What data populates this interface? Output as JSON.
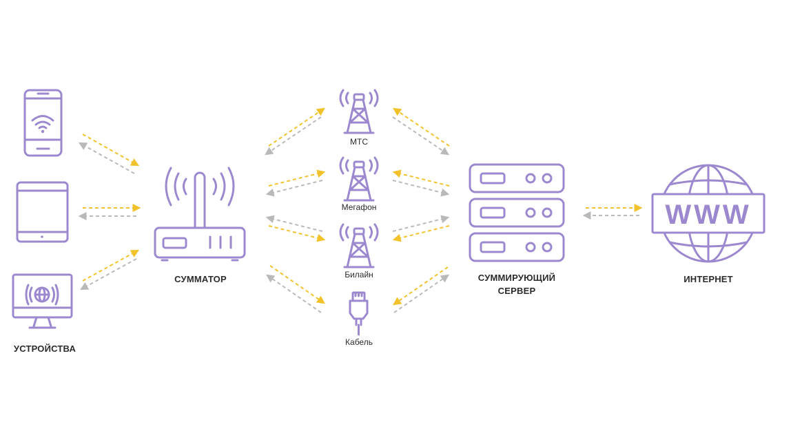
{
  "colors": {
    "icon": "#9b88cf",
    "arrow_forward": "#f2c22c",
    "arrow_back": "#b9b9b9",
    "text": "#2b2b2b"
  },
  "labels": {
    "devices": "УСТРОЙСТВА",
    "combiner": "СУММАТОР",
    "mts": "МТС",
    "megafon": "Мегафон",
    "beeline": "Билайн",
    "cable": "Кабель",
    "server_line1": "СУММИРУЮЩИЙ",
    "server_line2": "СЕРВЕР",
    "internet": "ИНТЕРНЕТ"
  },
  "icons": {
    "smartphone": "smartphone-wifi-icon",
    "tablet": "tablet-icon",
    "monitor": "monitor-globe-icon",
    "router": "router-icon",
    "tower": "cell-tower-icon",
    "cable": "ethernet-cable-icon",
    "server": "server-rack-icon",
    "internet": "www-globe-icon"
  },
  "www_text": "WWW"
}
